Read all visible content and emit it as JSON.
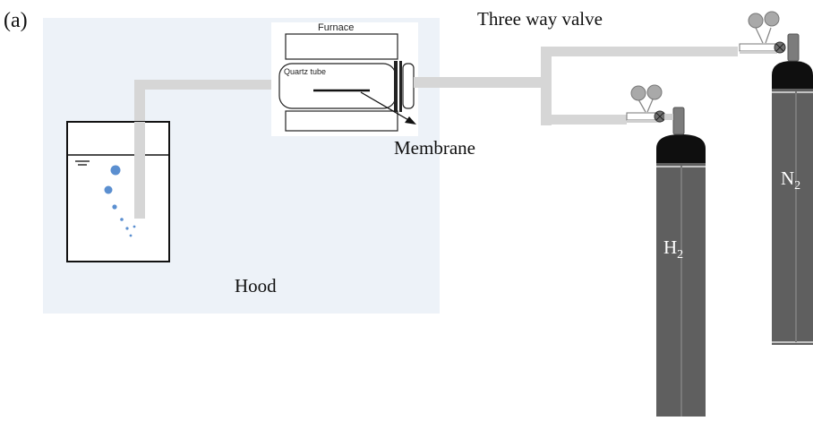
{
  "figure": {
    "panel_label": "(a)",
    "labels": {
      "furnace": "Furnace",
      "quartz_tube": "Quartz tube",
      "membrane": "Membrane",
      "three_way_valve": "Three way valve",
      "hood": "Hood"
    },
    "cylinders": [
      {
        "id": "h2",
        "label_main": "H",
        "label_sub": "2"
      },
      {
        "id": "n2",
        "label_main": "N",
        "label_sub": "2"
      }
    ]
  },
  "colors": {
    "hood_fill": "#edf2f8",
    "pipe": "#d6d6d6",
    "cylinder_body": "#5f5f5f",
    "cylinder_cap": "#0f0f0f",
    "bubbles": "#5b8fd0",
    "gauge": "#a9a9a9",
    "valve_knob": "#7c7c7c"
  }
}
